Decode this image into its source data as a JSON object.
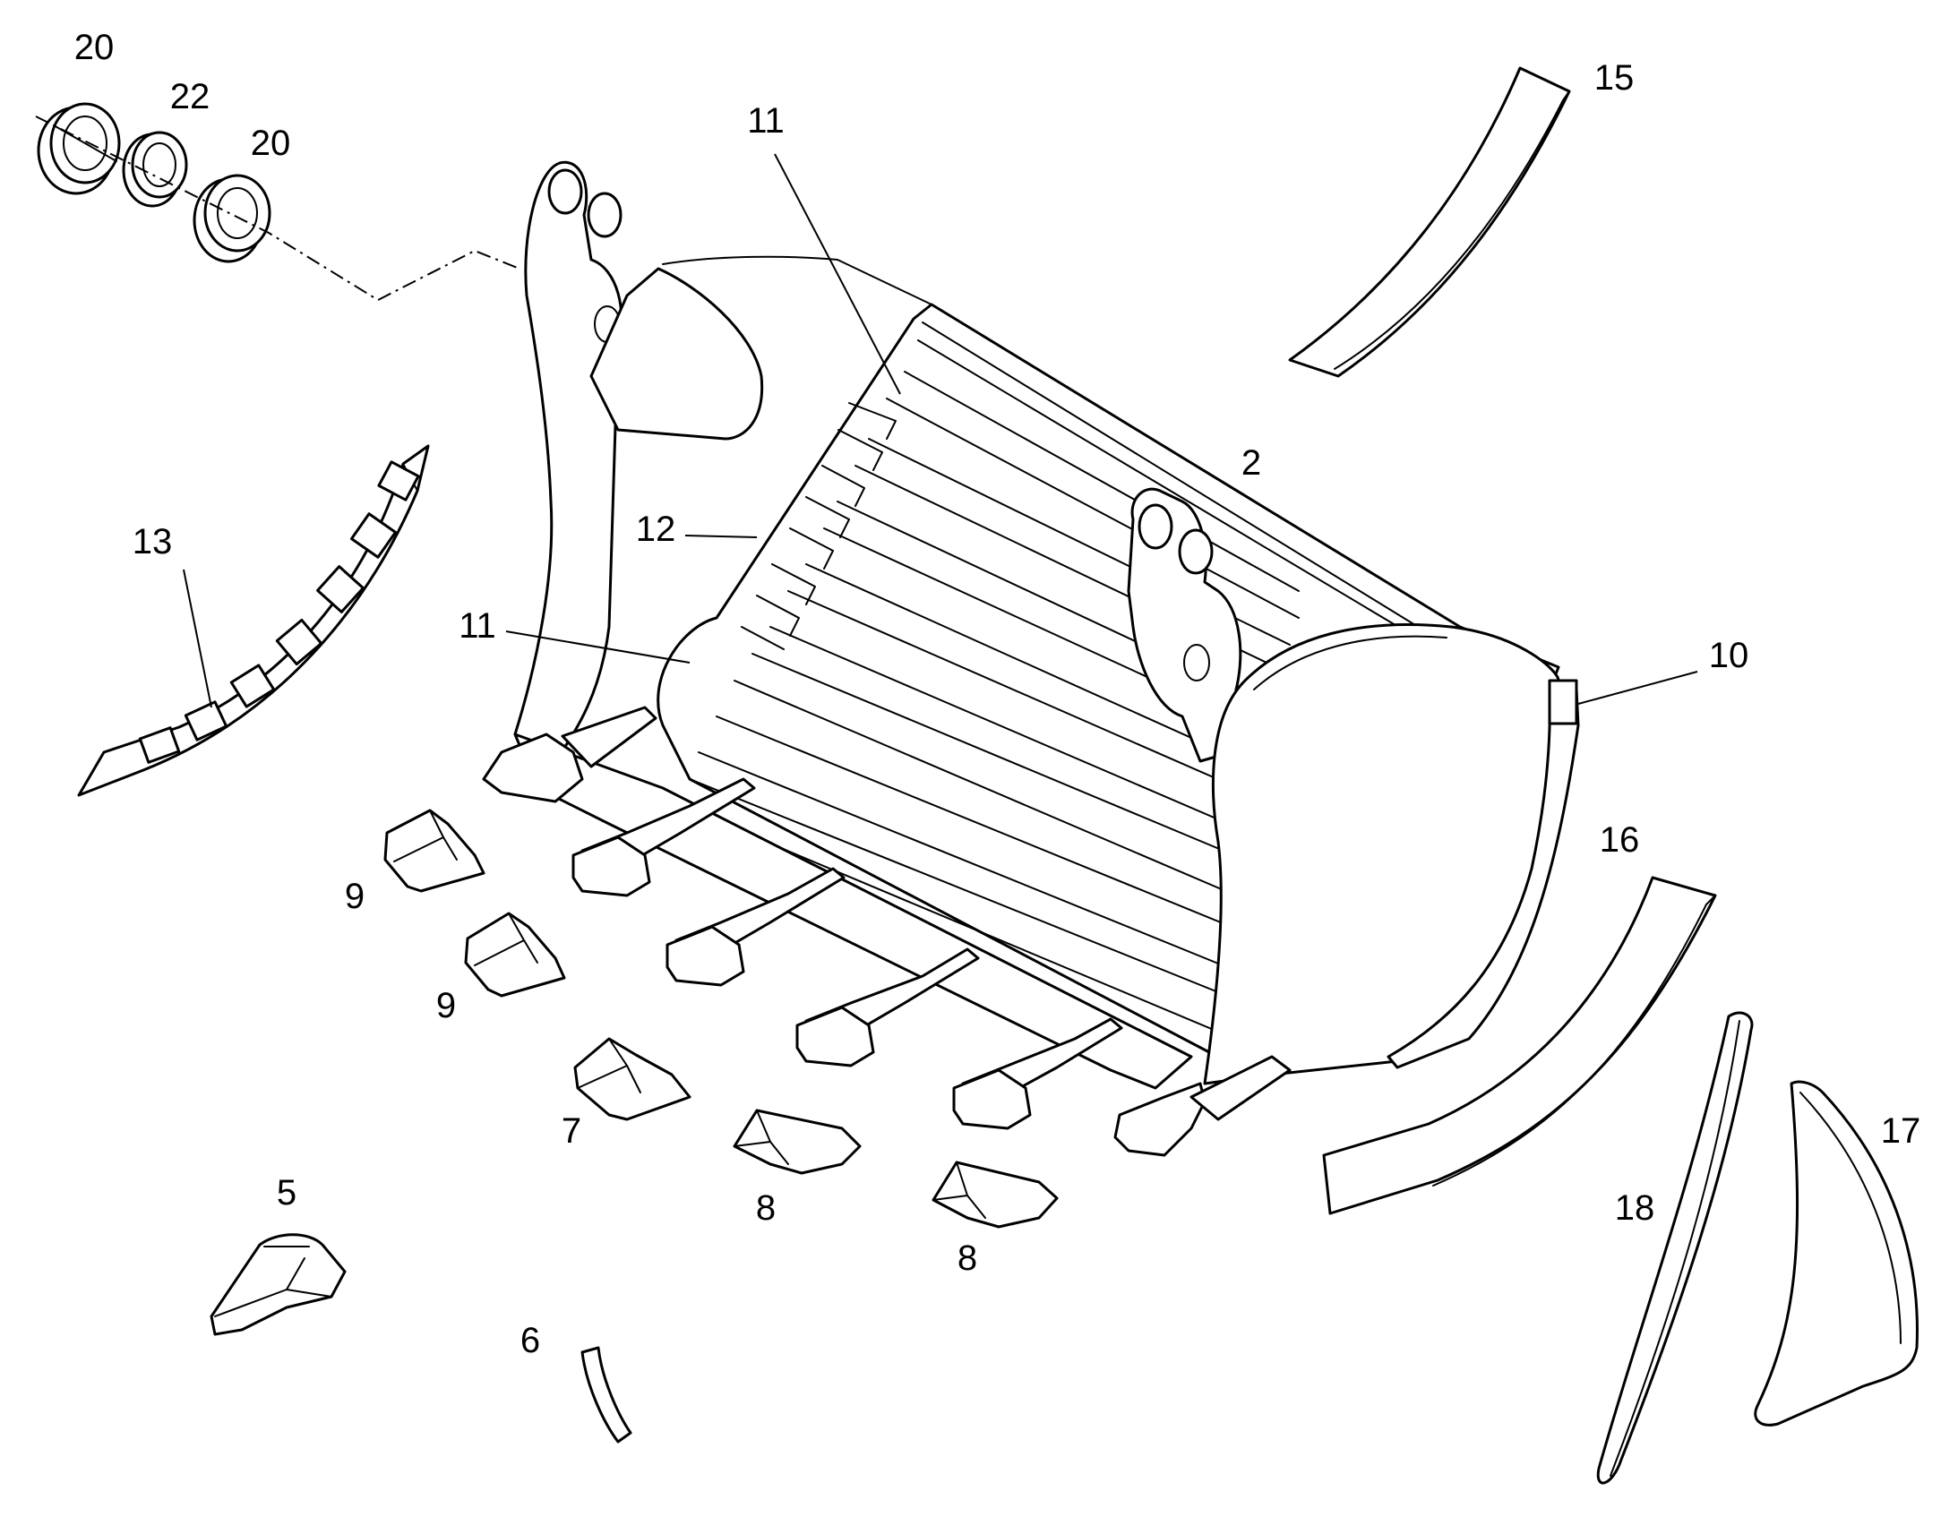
{
  "callouts": {
    "c20a": "20",
    "c22": "22",
    "c20b": "20",
    "c15": "15",
    "c11a": "11",
    "c2": "2",
    "c12": "12",
    "c13": "13",
    "c11b": "11",
    "c10": "10",
    "c16": "16",
    "c9a": "9",
    "c9b": "9",
    "c7": "7",
    "c17": "17",
    "c5": "5",
    "c8a": "8",
    "c18": "18",
    "c8b": "8",
    "c6": "6"
  },
  "colors": {
    "line": "#000000",
    "fill": "#ffffff"
  }
}
